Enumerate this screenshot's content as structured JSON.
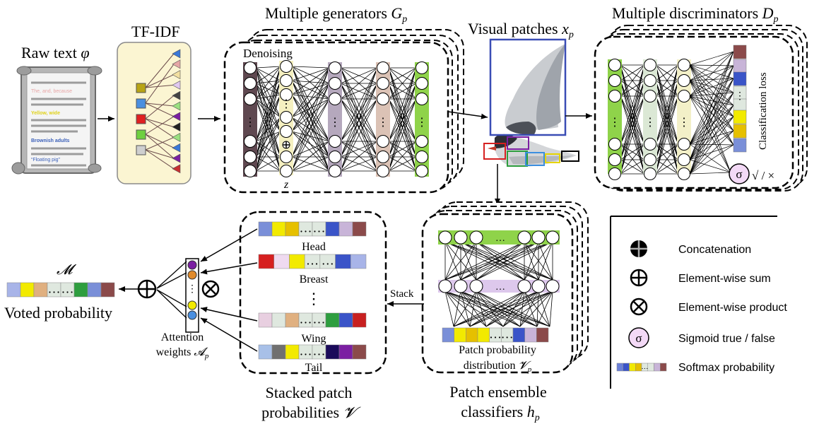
{
  "labels": {
    "raw_text": "Raw text",
    "raw_text_sym": "φ",
    "tfidf": "TF-IDF",
    "generators": "Multiple generators",
    "generators_sym": "G",
    "generators_sub": "p",
    "denoising": "Denoising",
    "z": "z",
    "visual_patches": "Visual patches",
    "visual_patches_sym": "x",
    "visual_patches_sub": "p",
    "discriminators": "Multiple discriminators",
    "discriminators_sym": "D",
    "discriminators_sub": "p",
    "classification_loss": "Classification loss",
    "sigma": "σ",
    "check_cross": "√ / ×",
    "voted_symbol": "𝓜",
    "voted_probability": "Voted probability",
    "attention_line1": "Attention",
    "attention_line2": "weights",
    "attention_sym": "𝓐",
    "attention_sub": "p",
    "stacked_line1": "Stacked patch",
    "stacked_line2": "probabilities",
    "stacked_sym": "𝓥",
    "ensemble_line1": "Patch ensemble",
    "ensemble_line2": "classifiers",
    "ensemble_sym": "h",
    "ensemble_sub": "p",
    "patch_prob_line1": "Patch probability",
    "patch_prob_line2": "distribution",
    "patch_prob_sym": "𝓥",
    "patch_prob_sub": "p",
    "stack": "Stack",
    "head": "Head",
    "breast": "Breast",
    "wing": "Wing",
    "tail": "Tail",
    "dots": "⋮"
  },
  "document_text": {
    "line1": "The, and, because",
    "line2": "Yellow, wide",
    "line3": "Brownish adults",
    "line4": "“Floating pig”"
  },
  "legend": {
    "concatenation": "Concatenation",
    "sum": "Element-wise sum",
    "product": "Element-wise product",
    "sigmoid": "Sigmoid true / false",
    "softmax": "Softmax probability"
  },
  "colors": {
    "frame_dash": "#000000",
    "tfidf_bg": "#fbf5d2",
    "gen_bar1": "#5f4850",
    "gen_bar2": "#f5f0c0",
    "gen_bar3": "#b5a8bd",
    "gen_bar4": "#dbc2b5",
    "gen_bar5": "#8fd34a",
    "disc_bar1": "#8fd34a",
    "disc_bar2": "#dbe8d5",
    "disc_bar3": "#f3f0c8",
    "patch_box": "#3a4db5",
    "sigma_fill": "#f3d9f6"
  }
}
